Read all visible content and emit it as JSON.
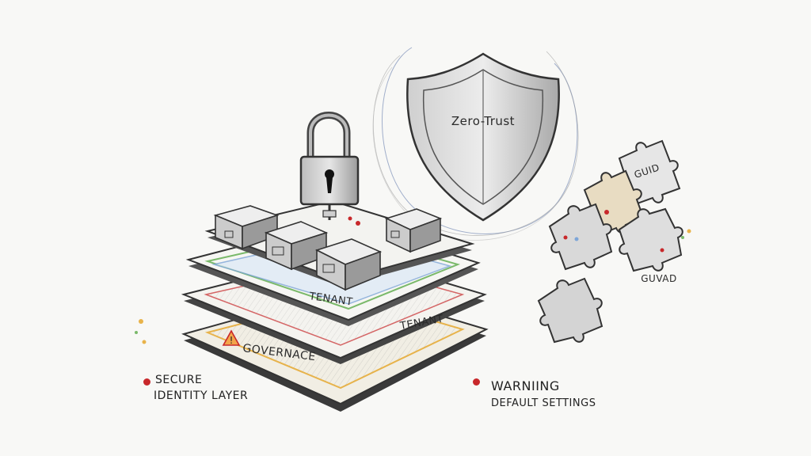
{
  "shield": {
    "label": "Zero-Trust"
  },
  "layers": {
    "tenant_top": "TENANT",
    "tenant_mid": "TENANT",
    "governance": "GOVERNACE"
  },
  "puzzle": {
    "piece_label": "GUID",
    "caption": "GUVAD"
  },
  "annotations": {
    "left_line1": "SECURE",
    "left_line2": "IDENTITY LAYER",
    "right_line1": "WARNIING",
    "right_line2": "DEFAULT SETTINGS"
  },
  "colors": {
    "ink": "#2b2b2b",
    "accent_red": "#c8282b",
    "warning_orange": "#e07a1e",
    "tenant_green": "#7ab96a",
    "tenant_blue": "#7ea6d8",
    "governance_yellow": "#e8b34a",
    "paper": "#f8f8f6"
  },
  "icons": [
    "padlock-icon",
    "shield-icon",
    "warning-icon",
    "puzzle-piece-icon",
    "server-box-icon"
  ]
}
